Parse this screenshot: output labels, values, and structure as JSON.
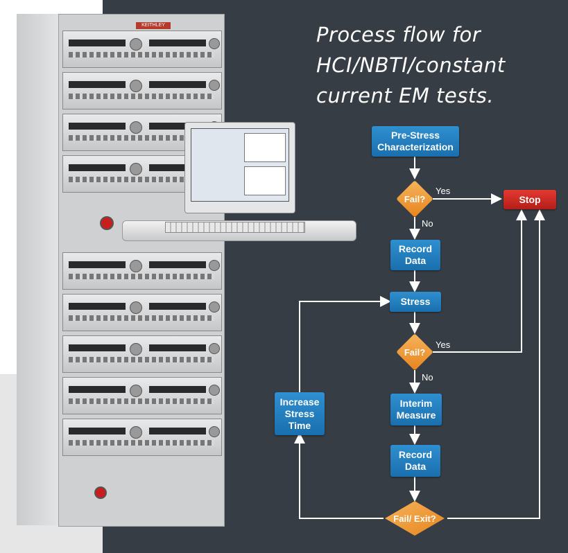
{
  "title": {
    "lines": [
      "Process flow for",
      "HCI/NBTI/constant",
      "current EM tests."
    ]
  },
  "flowchart": {
    "nodes": {
      "pre_stress": "Pre-Stress Characterization",
      "fail_1": "Fail?",
      "stop": "Stop",
      "record_1": "Record Data",
      "stress": "Stress",
      "fail_2": "Fail?",
      "interim": "Interim Measure",
      "record_2": "Record Data",
      "fail_exit": "Fail/ Exit?",
      "increase": "Increase Stress Time"
    },
    "edge_labels": {
      "yes_1": "Yes",
      "no_1": "No",
      "yes_2": "Yes",
      "no_2": "No"
    }
  },
  "equipment": {
    "rack_brand": "KEITHLEY"
  },
  "colors": {
    "panel": "#363d44",
    "process_box": "#1f7cc0",
    "decision": "#ef9a3a",
    "stop_box": "#d12c25",
    "connector": "#ffffff"
  }
}
